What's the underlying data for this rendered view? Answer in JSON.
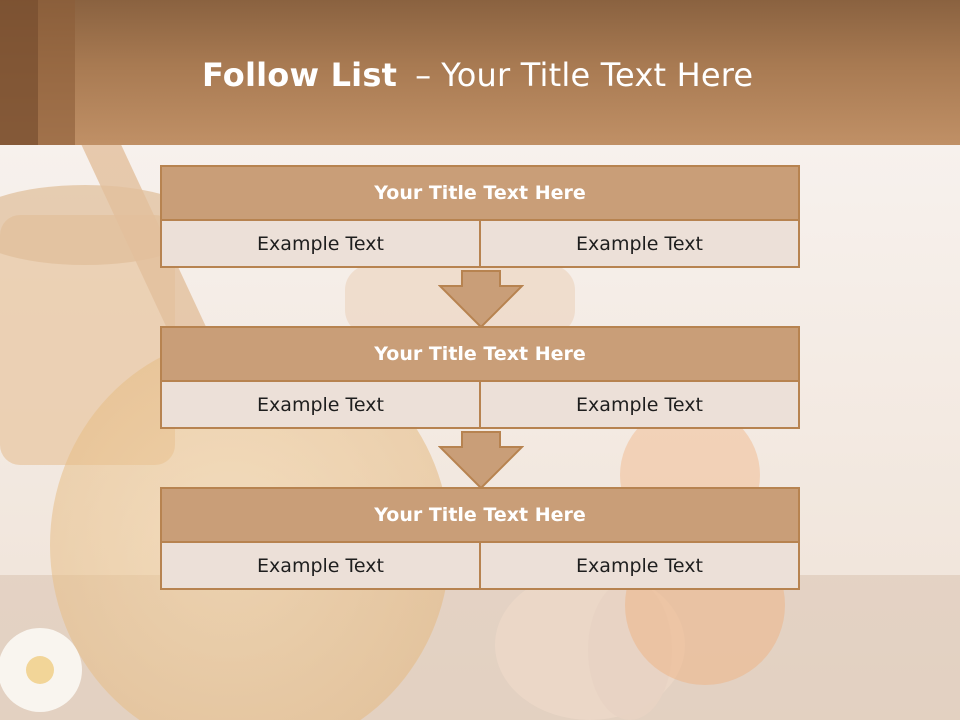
{
  "slide": {
    "title_bold": "Follow List",
    "title_separator": "–",
    "title_rest": "Your Title Text Here",
    "blocks": [
      {
        "title": "Your Title Text Here",
        "left": "Example Text",
        "right": "Example Text"
      },
      {
        "title": "Your Title Text Here",
        "left": "Example Text",
        "right": "Example Text"
      },
      {
        "title": "Your Title Text Here",
        "left": "Example Text",
        "right": "Example Text"
      }
    ]
  },
  "colors": {
    "header_top": "#8a6240",
    "header_bottom": "#c09066",
    "block_header": "#c99e78",
    "block_border": "#b78350",
    "block_cell": "#ece0d8",
    "arrow_fill": "#c99e78"
  }
}
